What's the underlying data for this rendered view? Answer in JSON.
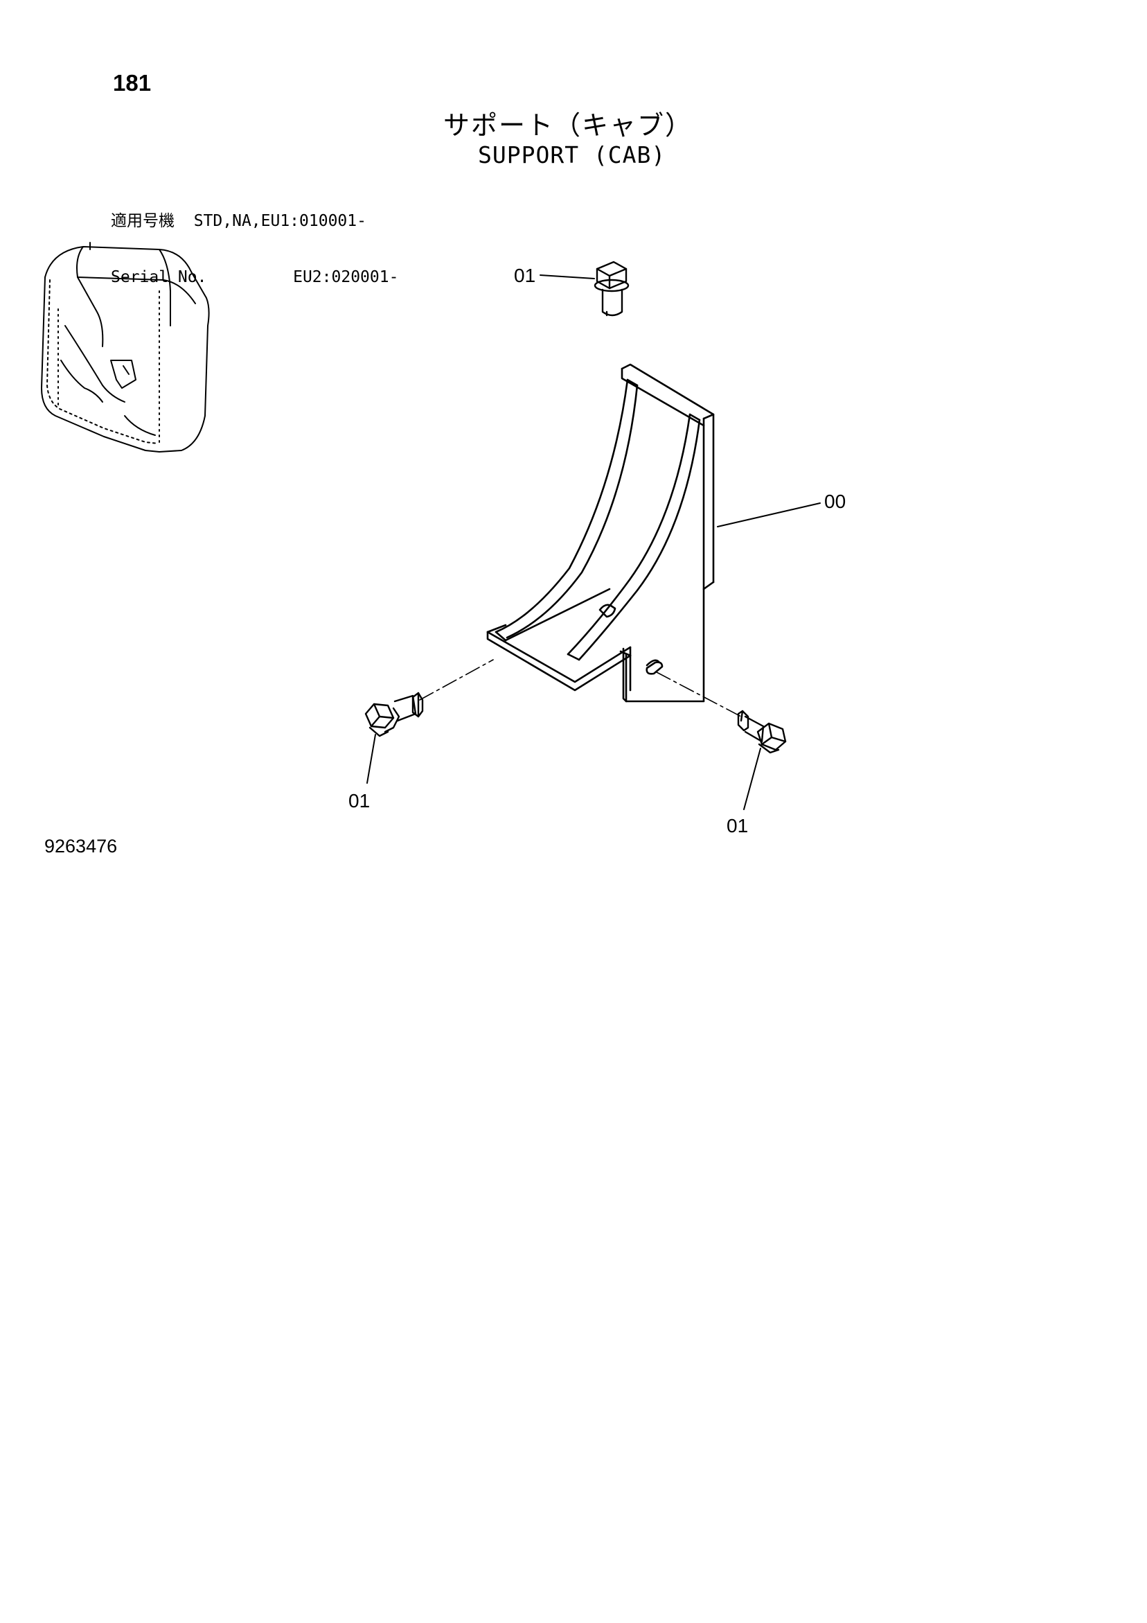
{
  "header": {
    "page_number": "181",
    "title_jp": "サポート（キャブ）",
    "title_en": "SUPPORT (CAB)"
  },
  "applicability": {
    "label_jp": "適用号機",
    "label_en": "Serial No.",
    "line1": "STD,NA,EU1:010001-",
    "line2": "EU2:020001-"
  },
  "callouts": {
    "bolt_top": "01",
    "support": "00",
    "bolt_left": "01",
    "bolt_right": "01"
  },
  "footer": {
    "drawing_number": "9263476"
  },
  "colors": {
    "ink": "#000000",
    "paper": "#ffffff"
  },
  "icons": {
    "cab_thumbnail": "excavator-cab-icon",
    "bracket": "support-bracket-icon",
    "bolt": "hex-flange-bolt-icon"
  }
}
